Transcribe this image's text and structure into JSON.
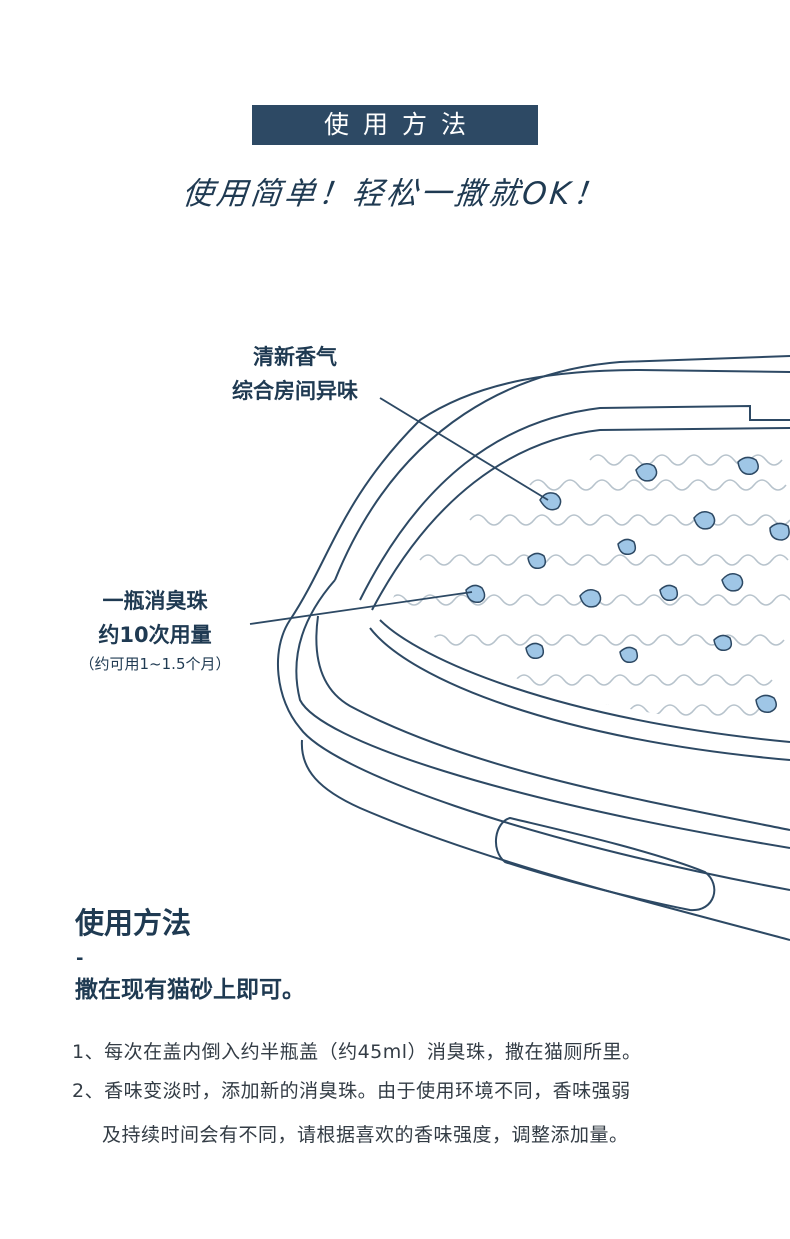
{
  "header": {
    "badge": "使用方法",
    "slogan": "使用简单！轻松一撒就OK！"
  },
  "callouts": {
    "fragrance": {
      "line1": "清新香气",
      "line2": "综合房间异味"
    },
    "bottle": {
      "line1": "一瓶消臭珠",
      "line2": "约10次用量",
      "note": "（约可用1~1.5个月）"
    }
  },
  "instructions": {
    "title": "使用方法",
    "dash": "-",
    "subtitle": "撒在现有猫砂上即可。",
    "step1": "1、每次在盖内倒入约半瓶盖（约45ml）消臭珠，撒在猫厕所里。",
    "step2": "2、香味变淡时，添加新的消臭珠。由于使用环境不同，香味强弱",
    "step3": "及持续时间会有不同，请根据喜欢的香味强度，调整添加量。"
  },
  "colors": {
    "primary": "#2d4964",
    "text": "#1f3a52",
    "bead": "#9fc6e6",
    "litter": "#b7c3cc"
  }
}
